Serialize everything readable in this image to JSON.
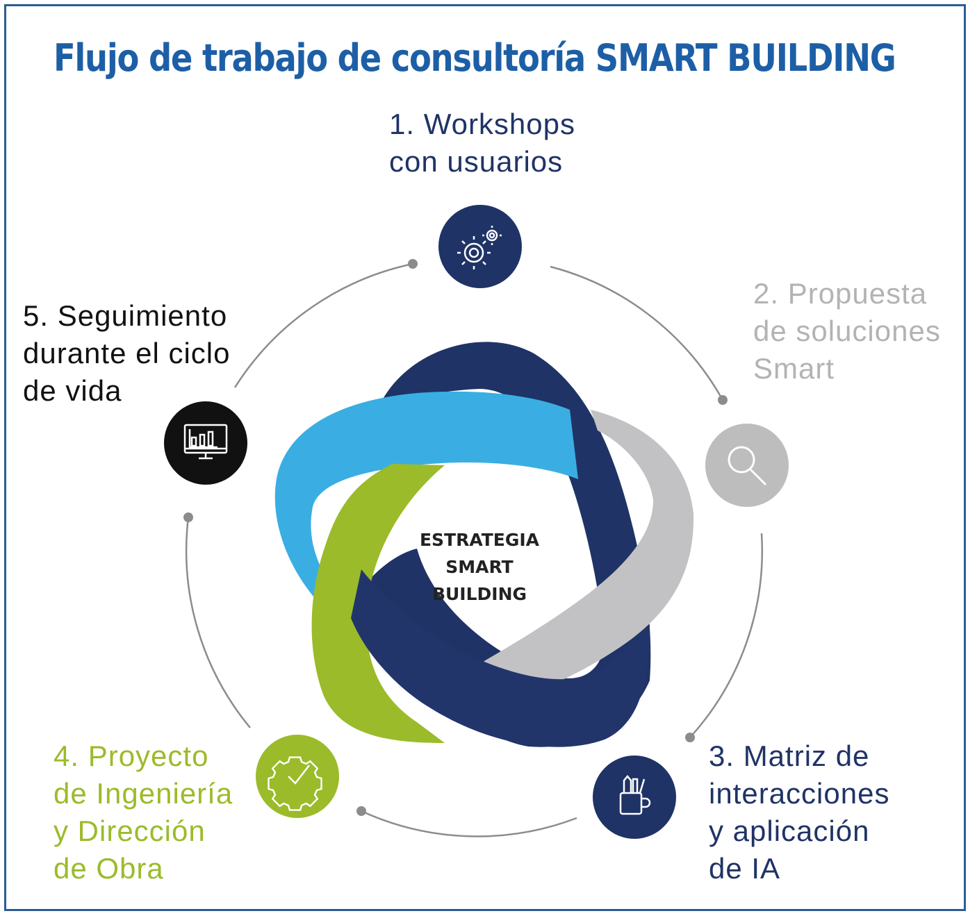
{
  "title": "Flujo de trabajo de consultoría SMART BUILDING",
  "center": {
    "lines": [
      "ESTRATEGIA",
      "SMART",
      "BUILDING"
    ]
  },
  "steps": [
    {
      "id": "1",
      "lines": [
        "1. Workshops",
        "con usuarios"
      ],
      "color": "#1f3366",
      "icon": "gears-icon"
    },
    {
      "id": "2",
      "lines": [
        "2. Propuesta",
        "de soluciones",
        "Smart"
      ],
      "color": "#b3b3b3",
      "icon": "magnifier-icon"
    },
    {
      "id": "3",
      "lines": [
        "3. Matriz de",
        "interacciones",
        "y aplicación",
        "de IA"
      ],
      "color": "#1f3366",
      "icon": "pencil-cup-icon"
    },
    {
      "id": "4",
      "lines": [
        "4. Proyecto",
        "de Ingeniería",
        "y Dirección",
        "de Obra"
      ],
      "color": "#9bbb2a",
      "icon": "gear-check-icon"
    },
    {
      "id": "5",
      "lines": [
        "5. Seguimiento",
        "durante el ciclo",
        "de vida"
      ],
      "color": "#111111",
      "icon": "monitor-chart-icon"
    }
  ],
  "colors": {
    "navy": "#1f3366",
    "cyan": "#3aaee2",
    "grey": "#c2c2c4",
    "green": "#9bbb2a",
    "border": "#2a5d93",
    "title": "#1d5fa6"
  }
}
